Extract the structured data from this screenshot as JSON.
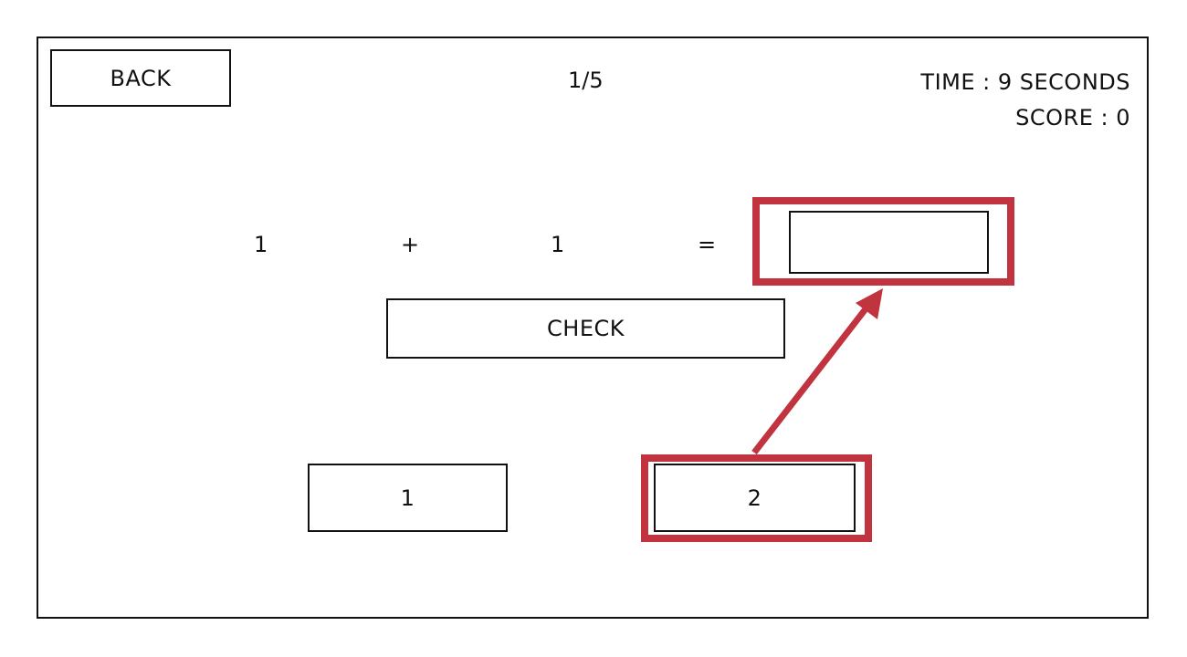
{
  "header": {
    "back_label": "BACK",
    "progress": "1/5",
    "time_text": "TIME : 9 SECONDS",
    "score_text": "SCORE : 0"
  },
  "equation": {
    "left_operand": "1",
    "operator": "+",
    "right_operand": "1",
    "equals": "=",
    "answer_value": ""
  },
  "check_label": "CHECK",
  "choices": [
    {
      "label": "1"
    },
    {
      "label": "2"
    }
  ],
  "annotation": {
    "highlight_color": "#c0333f",
    "highlighted_targets": [
      "answer-input",
      "choice-button-2"
    ]
  }
}
